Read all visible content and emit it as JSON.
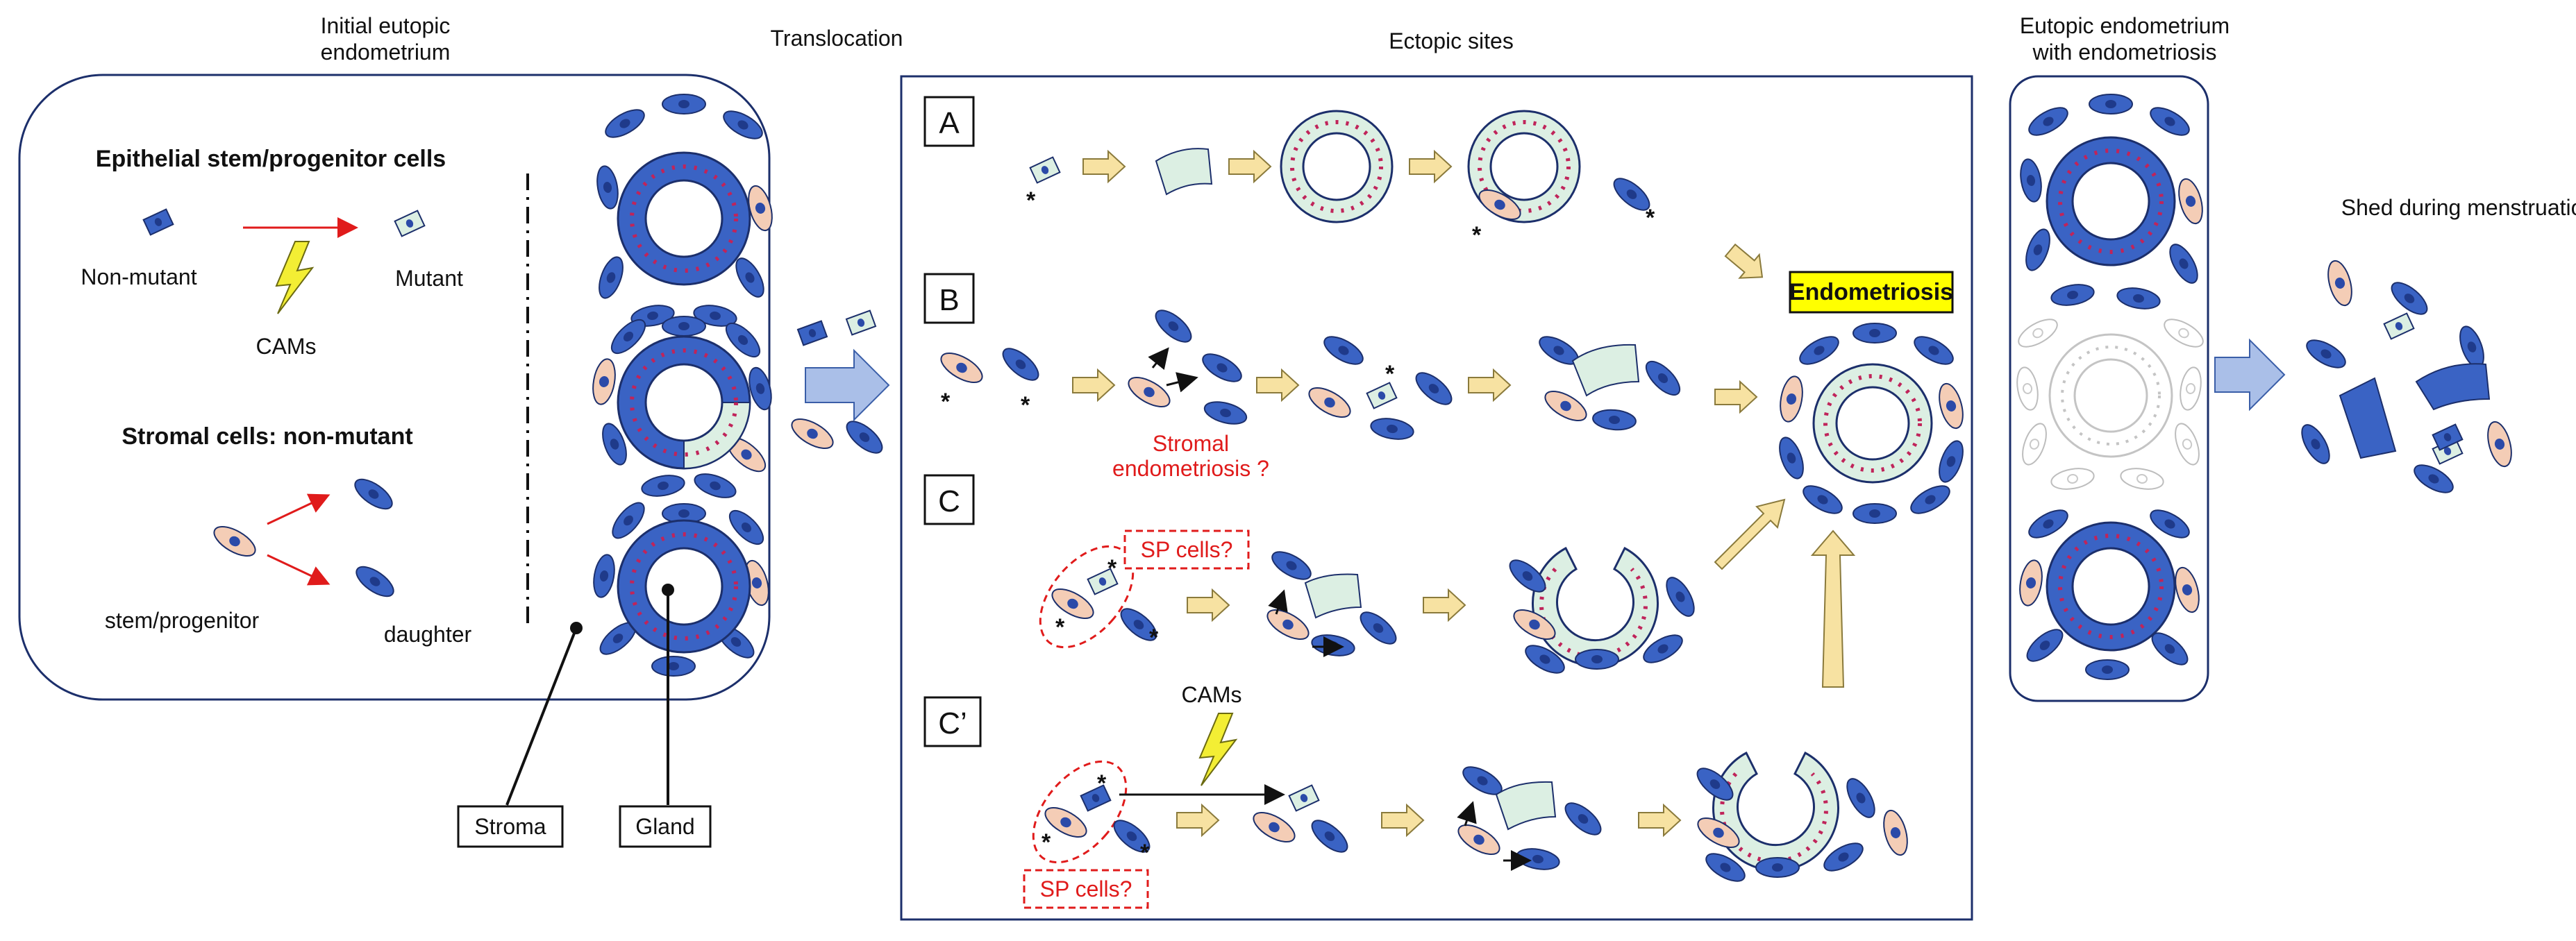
{
  "columns": {
    "initial": "Initial eutopic\nendometrium",
    "translocation": "Translocation",
    "ectopic": "Ectopic sites",
    "eutopic_with": "Eutopic endometrium\nwith endometriosis",
    "shed": "Shed during menstruation"
  },
  "left_panel": {
    "epithelial_title": "Epithelial stem/progenitor cells",
    "non_mutant": "Non-mutant",
    "mutant": "Mutant",
    "cams": "CAMs",
    "stromal_title": "Stromal  cells: non-mutant",
    "stem_progenitor": "stem/progenitor",
    "daughter": "daughter"
  },
  "callouts": {
    "stroma": "Stroma",
    "gland": "Gland"
  },
  "rows": {
    "a": "A",
    "b": "B",
    "c": "C",
    "c_prime": "C’"
  },
  "labels": {
    "endometriosis": "Endometriosis",
    "stromal_endometriosis": "Stromal\nendometriosis ?",
    "sp_cells": "SP cells?",
    "cams_c_prime": "CAMs",
    "asterisk": "*"
  },
  "colors": {
    "stroma_blue": "#3a63c4",
    "nucleus_navy": "#1f3a8a",
    "pink_cell": "#f4cdb6",
    "mutant_green": "#dcefe3",
    "arrow_fill": "#f7e2a2",
    "highlight_yellow": "#ffff00",
    "red": "#e01b1b",
    "big_arrow": "#aabfe8"
  }
}
